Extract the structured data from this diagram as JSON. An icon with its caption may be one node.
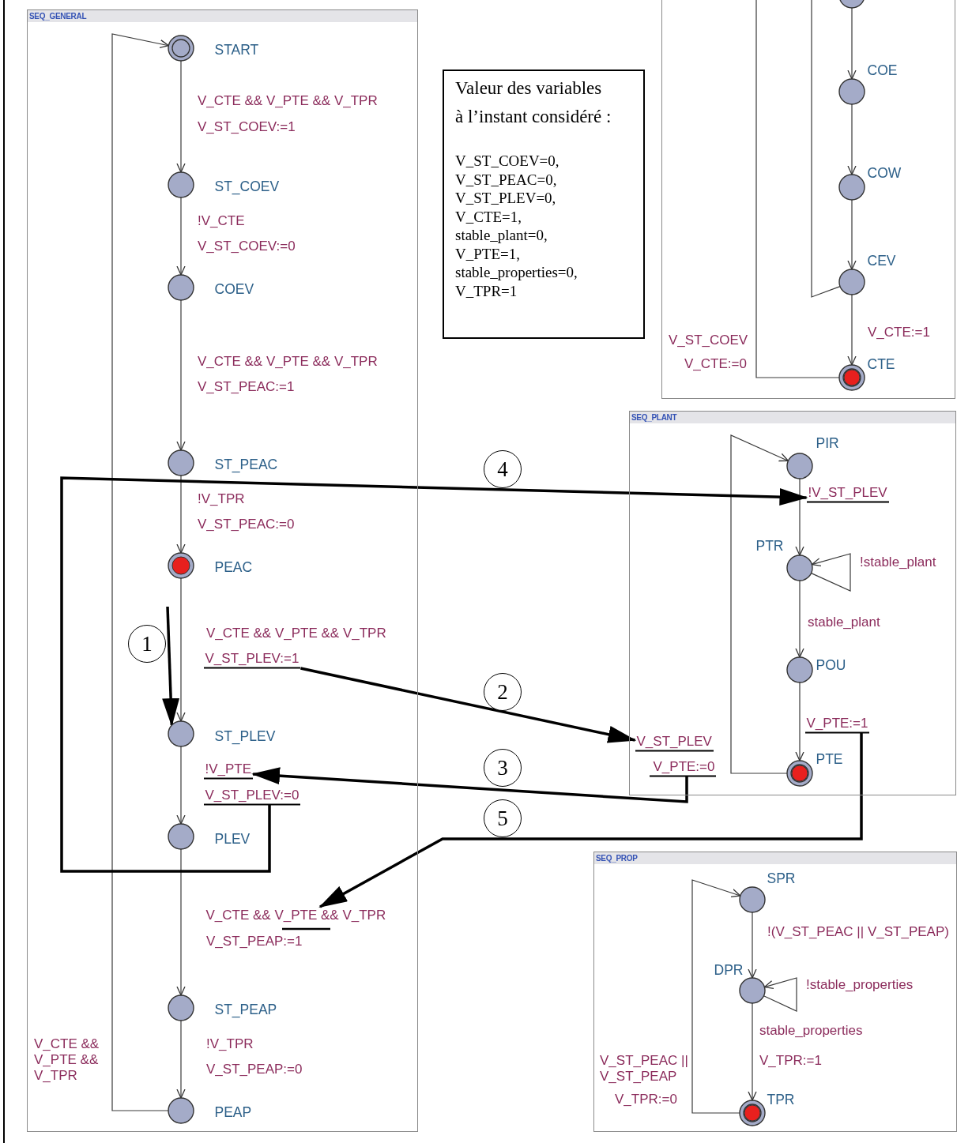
{
  "diagram": {
    "nodes": [
      {
        "text": [
          "SEQ_GENERAL"
        ]
      },
      {
        "text": [
          "START"
        ],
        "in": 0
      },
      {
        "text": [
          "ST_COEV"
        ],
        "in": 0
      },
      {
        "text": [
          "COEV"
        ],
        "in": 0
      },
      {
        "text": [
          "ST_PEAC"
        ],
        "in": 0
      },
      {
        "text": [
          "PEAC"
        ],
        "in": 0
      },
      {
        "text": [
          "ST_PLEV"
        ],
        "in": 0
      },
      {
        "text": [
          "PLEV"
        ],
        "in": 0
      },
      {
        "text": [
          "ST_PEAP"
        ],
        "in": 0
      },
      {
        "text": [
          "PEAP"
        ],
        "in": 0
      },
      {
        "text": [
          "V_ST_PLEV:=1"
        ],
        "in": 0
      },
      {
        "text": [
          "!V_PTE"
        ],
        "in": 0
      },
      {
        "text": [
          "V_ST_PLEV:=0"
        ],
        "in": 0
      },
      {
        "text": [
          "V_CTE && V_PTE && V_TPR"
        ],
        "in": 0
      },
      {
        "text": [
          "Valeur des variables à l’instant considéré :",
          "V_ST_COEV=0,",
          "V_ST_PEAC=0,",
          "V_ST_PLEV=0,",
          "V_CTE=1,",
          "stable_plant=0,",
          "V_PTE=1,",
          "stable_properties=0,",
          "V_TPR=1"
        ]
      },
      {
        "text": [],
        "shape": "box"
      },
      {
        "text": [],
        "shape": "circle",
        "in": 15
      },
      {
        "text": [
          "COE"
        ],
        "in": 15
      },
      {
        "text": [
          "COW"
        ],
        "in": 15
      },
      {
        "text": [
          "CEV"
        ],
        "in": 15
      },
      {
        "text": [
          "CTE"
        ],
        "in": 15
      },
      {
        "text": [
          "SEQ_PLANT"
        ]
      },
      {
        "text": [
          "PIR"
        ],
        "in": 21
      },
      {
        "text": [
          "PTR"
        ],
        "in": 21
      },
      {
        "text": [
          "POU"
        ],
        "in": 21
      },
      {
        "text": [
          "PTE"
        ],
        "in": 21
      },
      {
        "text": [
          "!V_ST_PLEV"
        ],
        "in": 21
      },
      {
        "text": [
          "V_ST_PLEV"
        ],
        "in": 21
      },
      {
        "text": [
          "V_PTE:=0"
        ],
        "in": 21
      },
      {
        "text": [
          "V_PTE:=1"
        ],
        "in": 21
      },
      {
        "text": [
          "SEQ_PROP"
        ]
      },
      {
        "text": [
          "SPR"
        ],
        "in": 30
      },
      {
        "text": [
          "DPR"
        ],
        "in": 30
      },
      {
        "text": [
          "TPR"
        ],
        "in": 30
      }
    ],
    "edges": [
      {
        "from": 1,
        "to": 2,
        "arrow": "to"
      },
      {
        "from": 2,
        "to": 3,
        "arrow": "to"
      },
      {
        "from": 3,
        "to": 4,
        "arrow": "to"
      },
      {
        "from": 4,
        "to": 5,
        "arrow": "to"
      },
      {
        "from": 5,
        "to": 6,
        "arrow": "to"
      },
      {
        "from": 6,
        "to": 7,
        "arrow": "to"
      },
      {
        "from": 7,
        "to": 8,
        "arrow": "to"
      },
      {
        "from": 8,
        "to": 9,
        "arrow": "to"
      },
      {
        "from": 9,
        "to": 1,
        "arrow": "to"
      },
      {
        "from": 16,
        "to": 17,
        "arrow": "to"
      },
      {
        "from": 17,
        "to": 18,
        "arrow": "to"
      },
      {
        "from": 18,
        "to": 19,
        "arrow": "to"
      },
      {
        "from": 19,
        "to": 20,
        "arrow": "to"
      },
      {
        "from": 19,
        "to": null,
        "arrow": "none"
      },
      {
        "from": 20,
        "to": null,
        "arrow": "none"
      },
      {
        "from": 22,
        "to": 23,
        "arrow": "to"
      },
      {
        "from": 23,
        "to": 23,
        "arrow": "to"
      },
      {
        "from": 23,
        "to": 24,
        "arrow": "to"
      },
      {
        "from": 24,
        "to": 25,
        "arrow": "to"
      },
      {
        "from": 25,
        "to": 22,
        "arrow": "to"
      },
      {
        "from": 31,
        "to": 32,
        "arrow": "to"
      },
      {
        "from": 32,
        "to": 32,
        "arrow": "to"
      },
      {
        "from": 32,
        "to": 33,
        "arrow": "to"
      },
      {
        "from": 33,
        "to": 31,
        "arrow": "to"
      },
      {
        "from": null,
        "to": 6,
        "arrow": "to",
        "label": "1",
        "style": "thick"
      },
      {
        "from": 10,
        "to": 27,
        "arrow": "to",
        "label": "2",
        "style": "thick"
      },
      {
        "from": 28,
        "to": 11,
        "arrow": "to",
        "label": "3",
        "style": "thick"
      },
      {
        "from": 12,
        "to": 26,
        "arrow": "to",
        "label": "4",
        "style": "thick"
      },
      {
        "from": 29,
        "to": 13,
        "arrow": "to",
        "label": "5",
        "style": "thick"
      }
    ],
    "labels": [
      "V_CTE && V_PTE && V_TPR",
      "V_ST_COEV:=1",
      "!V_CTE",
      "V_ST_COEV:=0",
      "V_CTE && V_PTE && V_TPR",
      "V_ST_PEAC:=1",
      "!V_TPR",
      "V_ST_PEAC:=0",
      "V_CTE && V_PTE && V_TPR",
      "V_ST_PEAP:=1",
      "!V_TPR",
      "V_ST_PEAP:=0",
      "V_CTE && V_PTE && V_TPR",
      "V_CTE:=1",
      "V_ST_COEV",
      "V_CTE:=0",
      "!stable_plant",
      "stable_plant",
      "!(V_ST_PEAC || V_ST_PEAP)",
      "!stable_properties",
      "stable_properties",
      "V_TPR:=1",
      "V_ST_PEAC || V_ST_PEAP",
      "V_TPR:=0"
    ]
  }
}
